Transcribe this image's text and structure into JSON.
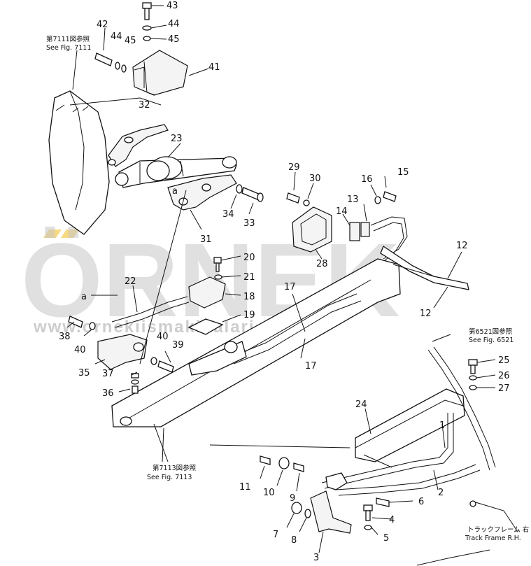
{
  "diagram": {
    "part_numbers": [
      "1",
      "2",
      "3",
      "4",
      "5",
      "6",
      "7",
      "8",
      "9",
      "10",
      "11",
      "12",
      "12",
      "13",
      "14",
      "15",
      "16",
      "17",
      "17",
      "18",
      "19",
      "20",
      "21",
      "22",
      "23",
      "24",
      "25",
      "26",
      "27",
      "28",
      "29",
      "30",
      "31",
      "32",
      "33",
      "34",
      "35",
      "36",
      "37",
      "38",
      "39",
      "40",
      "40",
      "41",
      "42",
      "43",
      "44",
      "44",
      "45",
      "45"
    ],
    "callout_a_top": "a",
    "callout_a_left": "a",
    "references": {
      "fig7111_jp": "第7111図参照",
      "fig7111_en": "See Fig. 7111",
      "fig7113_jp": "第7113図参照",
      "fig7113_en": "See Fig. 7113",
      "fig6521_jp": "第6521図参照",
      "fig6521_en": "See Fig. 6521",
      "track_frame_jp": "トラックフレーム 右",
      "track_frame_en": "Track Frame R.H."
    }
  },
  "watermark": {
    "brand": "ÖRNEK",
    "url": "www.ornekiismakinalari.com.tr",
    "accent_color": "#f2c94c"
  }
}
